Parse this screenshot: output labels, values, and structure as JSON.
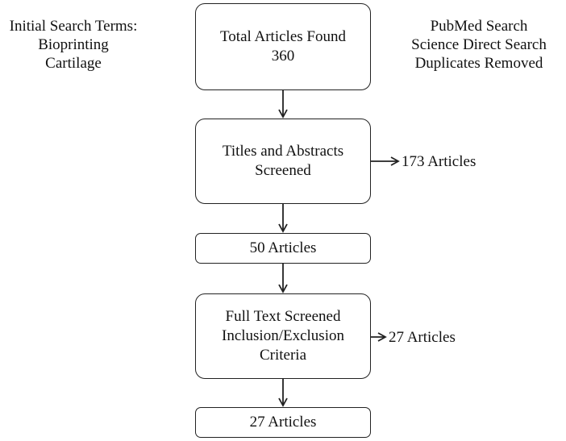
{
  "search_terms": {
    "heading": "Initial Search Terms:",
    "terms": [
      "Bioprinting",
      "Cartilage"
    ]
  },
  "search_sources": {
    "lines": [
      "PubMed Search",
      "Science Direct Search",
      "Duplicates Removed"
    ]
  },
  "flow": {
    "total": {
      "lines": [
        "Total Articles Found",
        "360"
      ]
    },
    "screened": {
      "lines": [
        "Titles and Abstracts",
        "Screened"
      ]
    },
    "after_screening": {
      "label": "50 Articles"
    },
    "full_text": {
      "lines": [
        "Full Text Screened",
        "Inclusion/Exclusion",
        "Criteria"
      ]
    },
    "final": {
      "label": "27 Articles"
    }
  },
  "excluded": {
    "after_titles": "173 Articles",
    "after_full_text": "27 Articles"
  },
  "colors": {
    "stroke": "#222222",
    "text": "#111111",
    "background": "#ffffff"
  }
}
